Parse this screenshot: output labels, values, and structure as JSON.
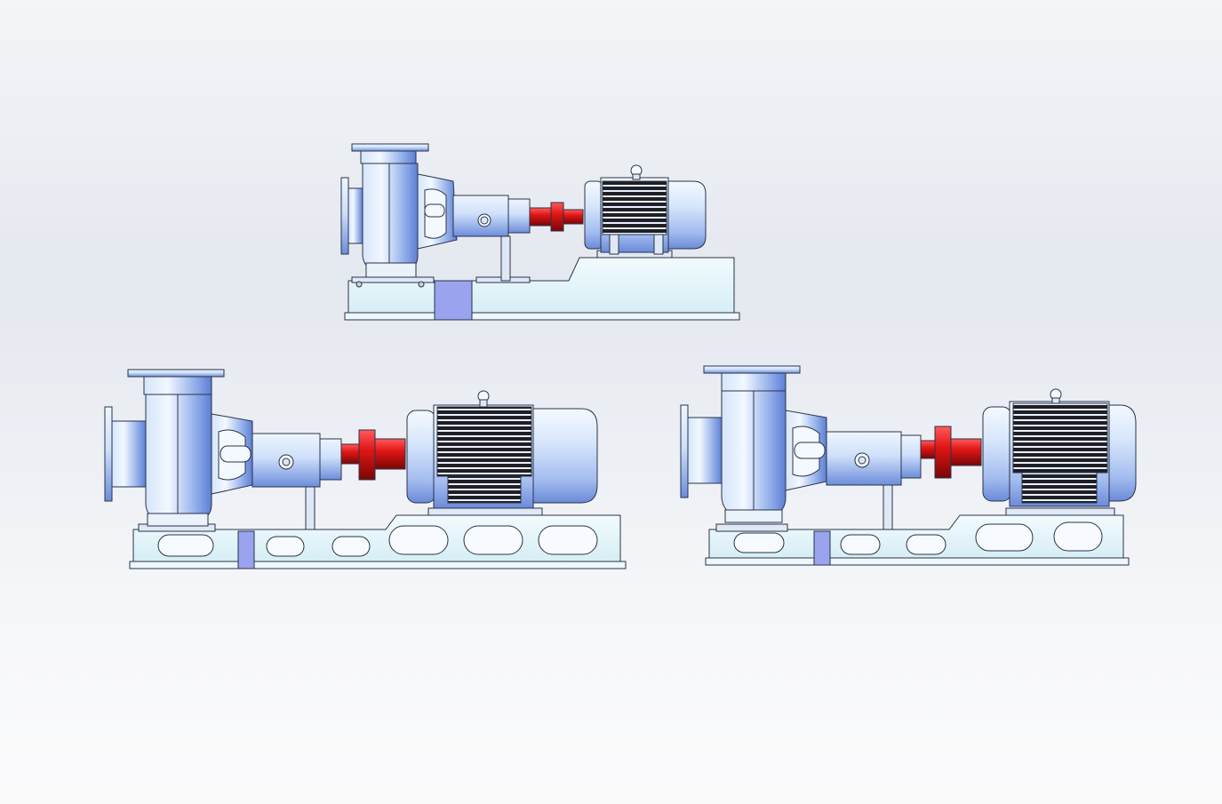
{
  "scene": {
    "description_visible_text": [],
    "units": [
      {
        "id": "pump-unit-top",
        "label": "pump-unit-top"
      },
      {
        "id": "pump-unit-bottom-left",
        "label": "pump-unit-bottom-left"
      },
      {
        "id": "pump-unit-bottom-right",
        "label": "pump-unit-bottom-right"
      }
    ]
  },
  "colors": {
    "background_top": "#f3f5f8",
    "body_light": "#e8f4fb",
    "body_blue": "#a9c4f2",
    "body_dark": "#5b7fd6",
    "steel_edge": "#2a3348",
    "coupling_red": "#d11414",
    "coupling_dark": "#8a0a0a",
    "motor_fins": "#1e1e24",
    "base_fill": "#e6f6fa",
    "base_band": "#9aa3ee"
  },
  "icons": [
    "centrifugal-pump-icon",
    "electric-motor-icon",
    "coupling-icon",
    "baseplate-icon"
  ]
}
